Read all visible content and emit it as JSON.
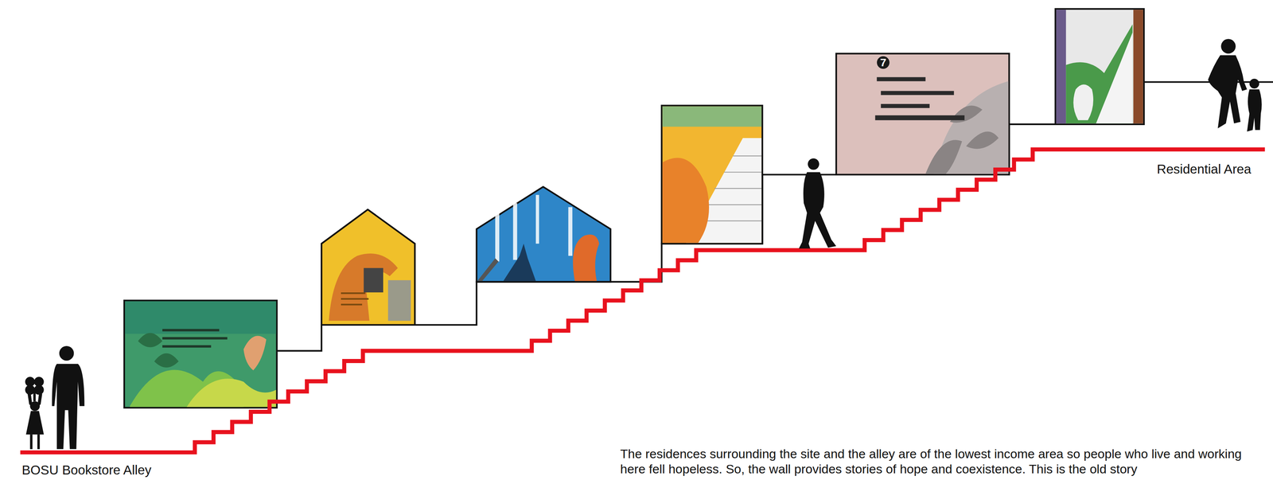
{
  "diagram": {
    "labels": [
      "BOSU Bookstore Alley",
      "7",
      "Residential Area",
      "The residences surrounding the site and the alley are of the lowest income area so people who live and working here fell hopeless. So, the wall provides stories of hope and coexistence. This is the old story"
    ]
  }
}
